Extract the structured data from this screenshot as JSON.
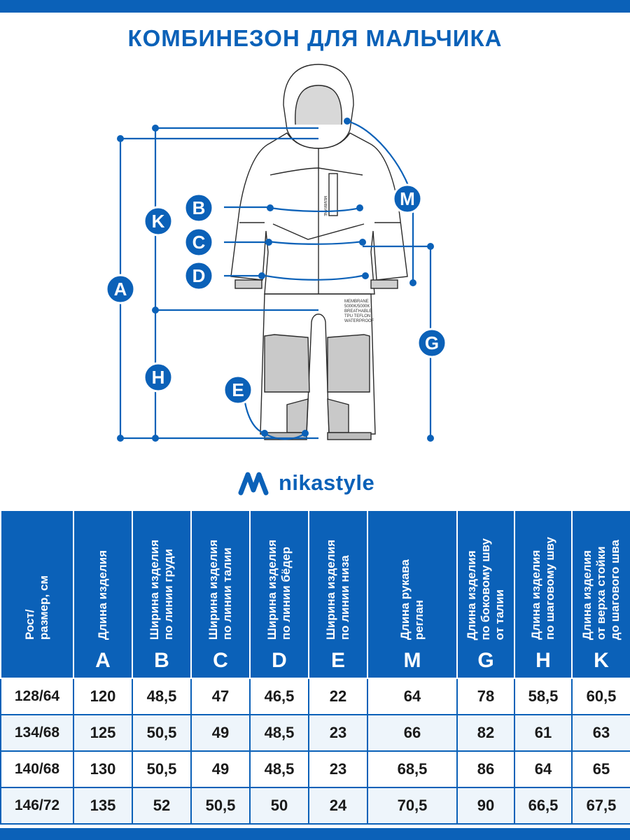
{
  "title": "КОМБИНЕЗОН ДЛЯ МАЛЬЧИКА",
  "brand": {
    "name": "nikastyle"
  },
  "colors": {
    "accent": "#0b61b8",
    "alt_row": "#eef5fb"
  },
  "diagram": {
    "labels": [
      "A",
      "K",
      "B",
      "C",
      "D",
      "H",
      "E",
      "M",
      "G"
    ],
    "garment_text": [
      "MEMBRANE",
      "5000K/5000K",
      "BREATHABLE",
      "TPU TEFLON",
      "WATERPROOF"
    ],
    "zipper_text": "MEMBRANE"
  },
  "table": {
    "headers": [
      {
        "text": "Рост/\nразмер, см",
        "letter": ""
      },
      {
        "text": "Длина изделия",
        "letter": "A"
      },
      {
        "text": "Ширина изделия\nпо линии груди",
        "letter": "B"
      },
      {
        "text": "Ширина изделия\nпо линии талии",
        "letter": "C"
      },
      {
        "text": "Ширина изделия\nпо линии бёдер",
        "letter": "D"
      },
      {
        "text": "Ширина изделия\nпо линии низа",
        "letter": "E"
      },
      {
        "text": "Длина рукава\nреглан",
        "letter": "M"
      },
      {
        "text": "Длина изделия\nпо боковому шву\nот талии",
        "letter": "G"
      },
      {
        "text": "Длина изделия\nпо шаговому шву",
        "letter": "H"
      },
      {
        "text": "Длина изделия\nот верха стойки\nдо шагового шва",
        "letter": "K"
      }
    ],
    "rows": [
      [
        "128/64",
        "120",
        "48,5",
        "47",
        "46,5",
        "22",
        "64",
        "78",
        "58,5",
        "60,5"
      ],
      [
        "134/68",
        "125",
        "50,5",
        "49",
        "48,5",
        "23",
        "66",
        "82",
        "61",
        "63"
      ],
      [
        "140/68",
        "130",
        "50,5",
        "49",
        "48,5",
        "23",
        "68,5",
        "86",
        "64",
        "65"
      ],
      [
        "146/72",
        "135",
        "52",
        "50,5",
        "50",
        "24",
        "70,5",
        "90",
        "66,5",
        "67,5"
      ]
    ]
  }
}
